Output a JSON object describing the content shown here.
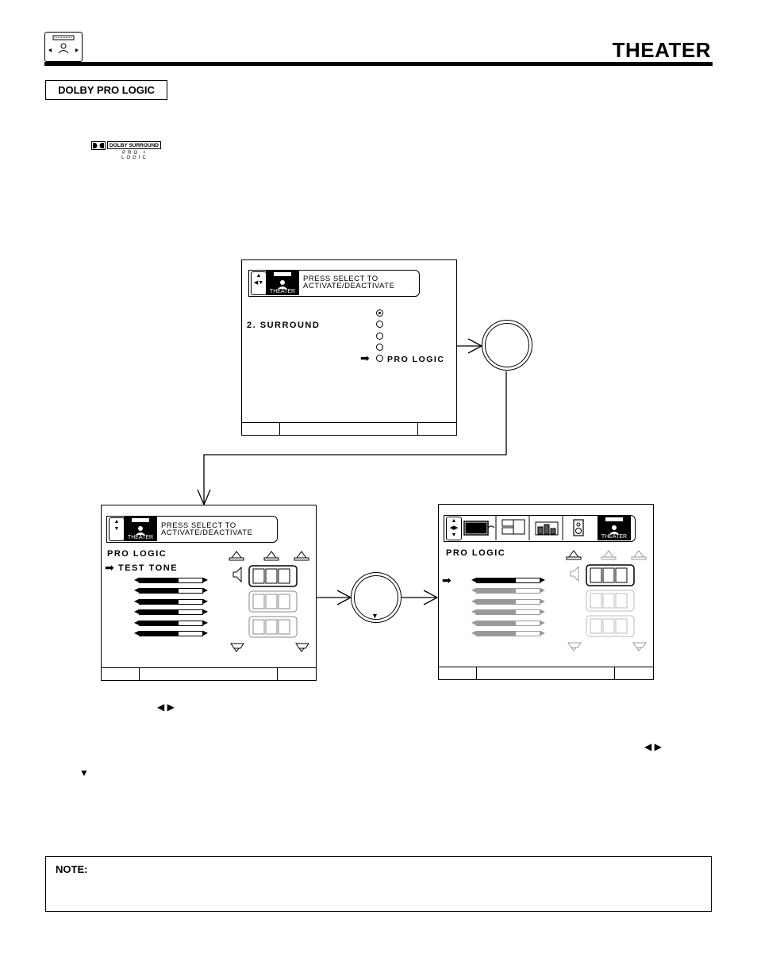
{
  "header": {
    "icon": "theater-speakers-icon",
    "title": "THEATER"
  },
  "section": {
    "label": "DOLBY PRO LOGIC"
  },
  "dolby_logo": {
    "name": "DOLBY SURROUND",
    "sub": "PRO • LOGIC"
  },
  "screen1": {
    "tab_label": "THEATER",
    "help_line1": "PRESS SELECT TO",
    "help_line2": "ACTIVATE/DEACTIVATE",
    "menu_item": "2. SURROUND",
    "options": [
      {
        "label": "",
        "selected": true
      },
      {
        "label": "",
        "selected": false
      },
      {
        "label": "",
        "selected": false
      },
      {
        "label": "",
        "selected": false
      },
      {
        "label": "PRO LOGIC",
        "selected": false
      }
    ]
  },
  "screen2": {
    "tab_label": "THEATER",
    "help_line1": "PRESS SELECT TO",
    "help_line2": "ACTIVATE/DEACTIVATE",
    "title": "PRO LOGIC",
    "item": "TEST TONE",
    "bar_levels": [
      0.62,
      0.62,
      0.62,
      0.62,
      0.62,
      0.62
    ]
  },
  "screen3": {
    "tab_label": "THEATER",
    "title": "PRO LOGIC",
    "bar_levels": [
      0.62,
      0.62,
      0.62,
      0.62,
      0.62,
      0.62
    ]
  },
  "body_glyphs": {
    "left_right": "◀  ▶",
    "down": "▼"
  },
  "note": {
    "label": "NOTE:"
  }
}
